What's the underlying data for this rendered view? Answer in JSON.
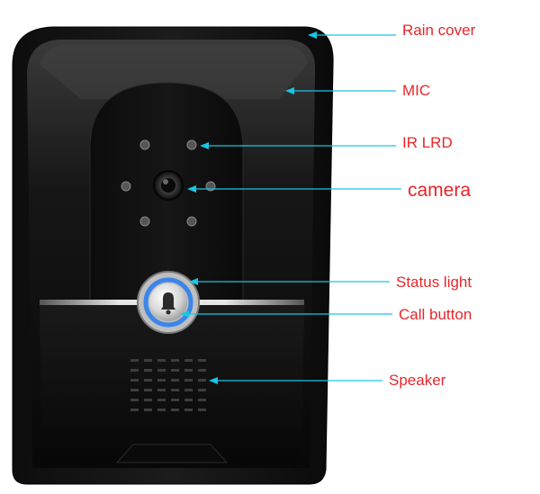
{
  "callouts": {
    "rain_cover": "Rain cover",
    "mic": "MIC",
    "ir_led": "IR LRD",
    "camera": "camera",
    "status_light": "Status light",
    "call_button": "Call button",
    "speaker": "Speaker"
  },
  "colors": {
    "label_text": "#e8262a",
    "leader_line": "#17c6e6",
    "device_body": "#141414",
    "status_ring": "#3b86e8"
  }
}
